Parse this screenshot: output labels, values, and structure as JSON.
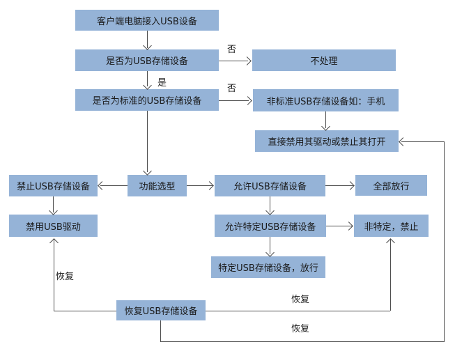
{
  "colors": {
    "node_fill": "#95B3D7",
    "line": "#4D4D4D",
    "text": "#1A1A1A",
    "background": "#FFFFFF"
  },
  "nodes": {
    "client_connect": "客户端电脑接入USB设备",
    "is_usb_storage": "是否为USB存储设备",
    "no_action": "不处理",
    "is_standard": "是否为标准的USB存储设备",
    "non_standard": "非标准USB存储设备如：手机",
    "disable_directly": "直接禁用其驱动或禁止其打开",
    "forbid_storage": "禁止USB存储设备",
    "function_select": "功能选型",
    "allow_storage": "允许USB存储设备",
    "allow_all": "全部放行",
    "disable_driver": "禁用USB驱动",
    "allow_specific": "允许特定USB存储设备",
    "nonspecific_forbid": "非特定，禁止",
    "specific_allow": "特定USB存储设备，放行",
    "restore_storage": "恢复USB存储设备"
  },
  "edge_labels": {
    "no_branch_storage": "否",
    "yes_branch": "是",
    "no_branch_standard": "否",
    "restore_left": "恢复",
    "restore_middle": "恢复",
    "restore_bottom": "恢复"
  }
}
